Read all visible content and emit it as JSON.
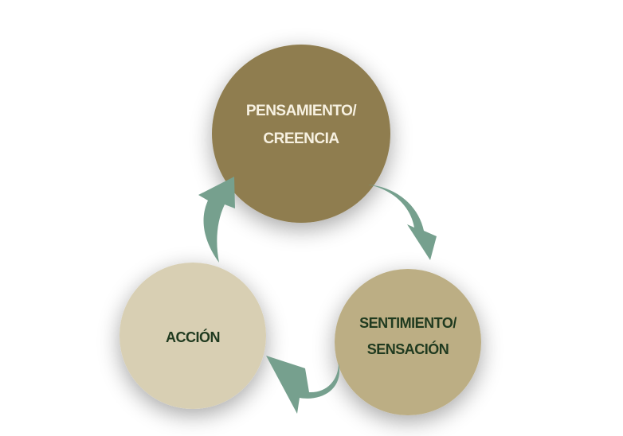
{
  "diagram": {
    "type": "cycle",
    "nodes": [
      {
        "id": "pensamiento",
        "lines": [
          "PENSAMIENTO/",
          "CREENCIA"
        ],
        "fill": "#8f7d4f",
        "text_color": "#f7f1e1"
      },
      {
        "id": "sentimiento",
        "lines": [
          "SENTIMIENTO/",
          "SENSACIÓN"
        ],
        "fill": "#bcae84",
        "text_color": "#1f3a1f"
      },
      {
        "id": "accion",
        "lines": [
          "ACCIÓN"
        ],
        "fill": "#d8cfb3",
        "text_color": "#1f3a1f"
      }
    ],
    "edges": [
      {
        "from": "pensamiento",
        "to": "sentimiento"
      },
      {
        "from": "sentimiento",
        "to": "accion"
      },
      {
        "from": "accion",
        "to": "pensamiento"
      }
    ],
    "arrow_color": "#76a08e"
  }
}
